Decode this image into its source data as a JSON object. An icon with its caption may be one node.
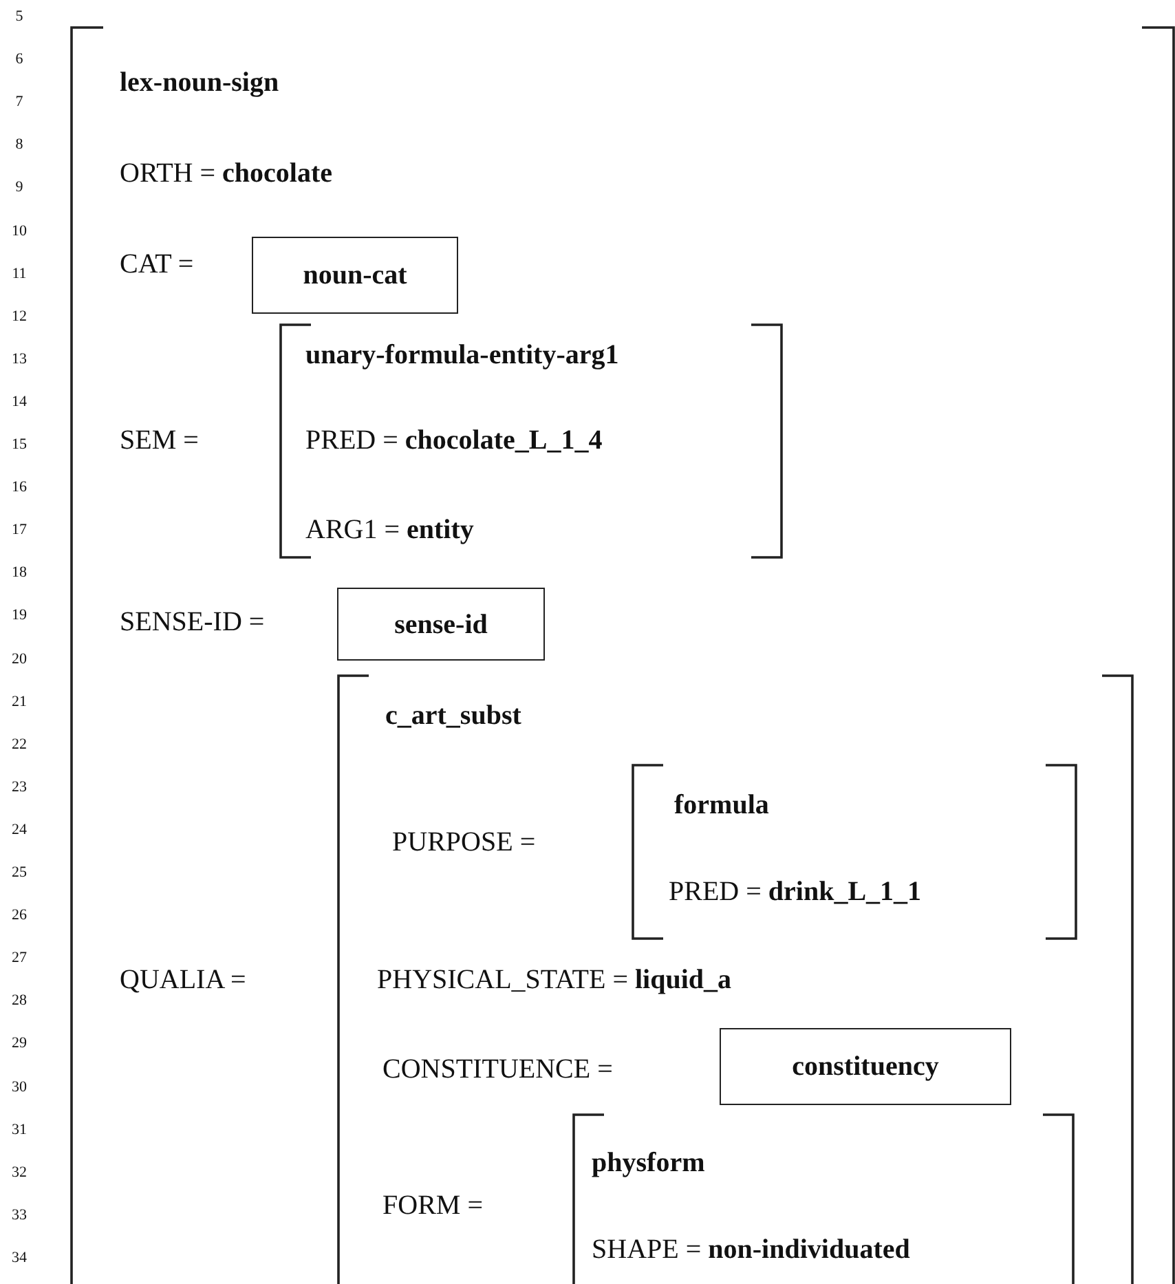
{
  "diagram": {
    "nodes": [
      {
        "text": [
          "lex-noun-sign",
          "ORTH = **chocolate**",
          "CAT =",
          "SEM =",
          "SENSE-ID =",
          "QUALIA ="
        ]
      },
      {
        "text": [
          "noun-cat"
        ],
        "in": 0
      },
      {
        "text": [
          "unary-formula-entity-arg1",
          "PRED = **chocolate_L_1_4**",
          "ARG1 = **entity**"
        ],
        "in": 0
      },
      {
        "text": [
          "sense-id"
        ],
        "in": 0
      },
      {
        "text": [
          "c_art_subst",
          "PURPOSE =",
          "PHYSICAL_STATE = **liquid_a**",
          "CONSTITUENCE =",
          "FORM ="
        ],
        "in": 0
      },
      {
        "text": [
          "formula",
          "PRED = **drink_L_1_1**"
        ],
        "in": 4
      },
      {
        "text": [
          "constituency"
        ],
        "in": 4
      },
      {
        "text": [
          "physform",
          "SHAPE = **non-individuated**"
        ],
        "in": 4
      }
    ],
    "labels": [
      "5",
      "6",
      "7",
      "8",
      "9",
      "10",
      "11",
      "12",
      "13",
      "14",
      "15",
      "16",
      "17",
      "18",
      "19",
      "20",
      "21",
      "22",
      "23",
      "24",
      "25",
      "26",
      "27",
      "28",
      "29",
      "30",
      "31",
      "32",
      "33",
      "34"
    ]
  }
}
